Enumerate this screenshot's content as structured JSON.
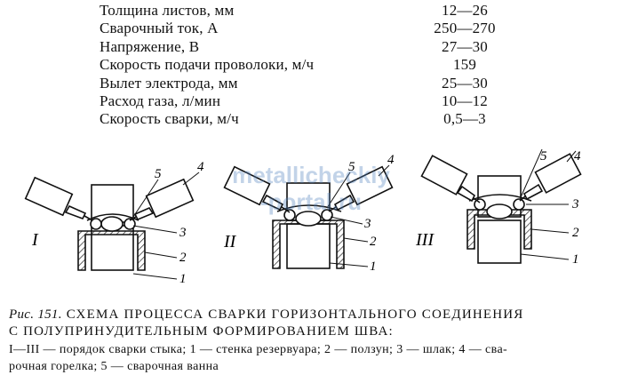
{
  "params": [
    {
      "label": "Толщина листов, мм",
      "value": "12—26"
    },
    {
      "label": "Сварочный ток, А",
      "value": "250—270"
    },
    {
      "label": "Напряжение, В",
      "value": "27—30"
    },
    {
      "label": "Скорость подачи проволоки, м/ч",
      "value": "159"
    },
    {
      "label": "Вылет электрода, мм",
      "value": "25—30"
    },
    {
      "label": "Расход газа, л/мин",
      "value": "10—12"
    },
    {
      "label": "Скорость сварки, м/ч",
      "value": "0,5—3"
    }
  ],
  "figure": {
    "stages": [
      {
        "roman": "I",
        "labels": {
          "l1": "1",
          "l2": "2",
          "l3": "3",
          "l4": "4",
          "l5": "5"
        }
      },
      {
        "roman": "II",
        "labels": {
          "l1": "1",
          "l2": "2",
          "l3": "3",
          "l4": "4",
          "l5": "5"
        }
      },
      {
        "roman": "III",
        "labels": {
          "l1": "1",
          "l2": "2",
          "l3": "3",
          "l4": "4",
          "l5": "5"
        }
      }
    ]
  },
  "watermark": {
    "line1": "metallicheckiy",
    "line2": "-portal.ru"
  },
  "caption": {
    "prefix": "Рис. 151.",
    "title_line1": " СХЕМА ПРОЦЕССА СВАРКИ ГОРИЗОНТАЛЬНОГО СОЕДИНЕНИЯ",
    "title_line2": "С ПОЛУПРИНУДИТЕЛЬНЫМ ФОРМИРОВАНИЕМ ШВА:"
  },
  "legend": {
    "line1": "I—III — порядок сварки стыка; 1 — стенка резервуара; 2 — ползун; 3 — шлак; 4 — сва-",
    "line2": "рочная горелка; 5 — сварочная ванна"
  }
}
